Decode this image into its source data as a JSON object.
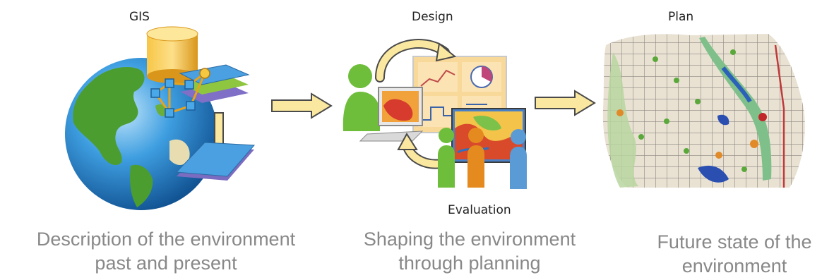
{
  "stages": {
    "gis": {
      "label": "GIS",
      "caption_line1": "Description of the environment",
      "caption_line2": "past and present"
    },
    "design": {
      "label": "Design",
      "sub_label": "Evaluation",
      "caption_line1": "Shaping the environment",
      "caption_line2": "through planning"
    },
    "plan": {
      "label": "Plan",
      "caption_line1": "Future state of the",
      "caption_line2": "environment"
    }
  },
  "colors": {
    "arrow_fill": "#fbe8a0",
    "arrow_stroke": "#4a4a4a",
    "caption_text": "#888888",
    "globe_ocean": "#2e8fd1",
    "globe_land": "#4a9b2e",
    "database": "#f2b52a",
    "person_green": "#6fbe3b",
    "person_orange": "#e58a1f",
    "person_blue": "#5b9bd5"
  }
}
